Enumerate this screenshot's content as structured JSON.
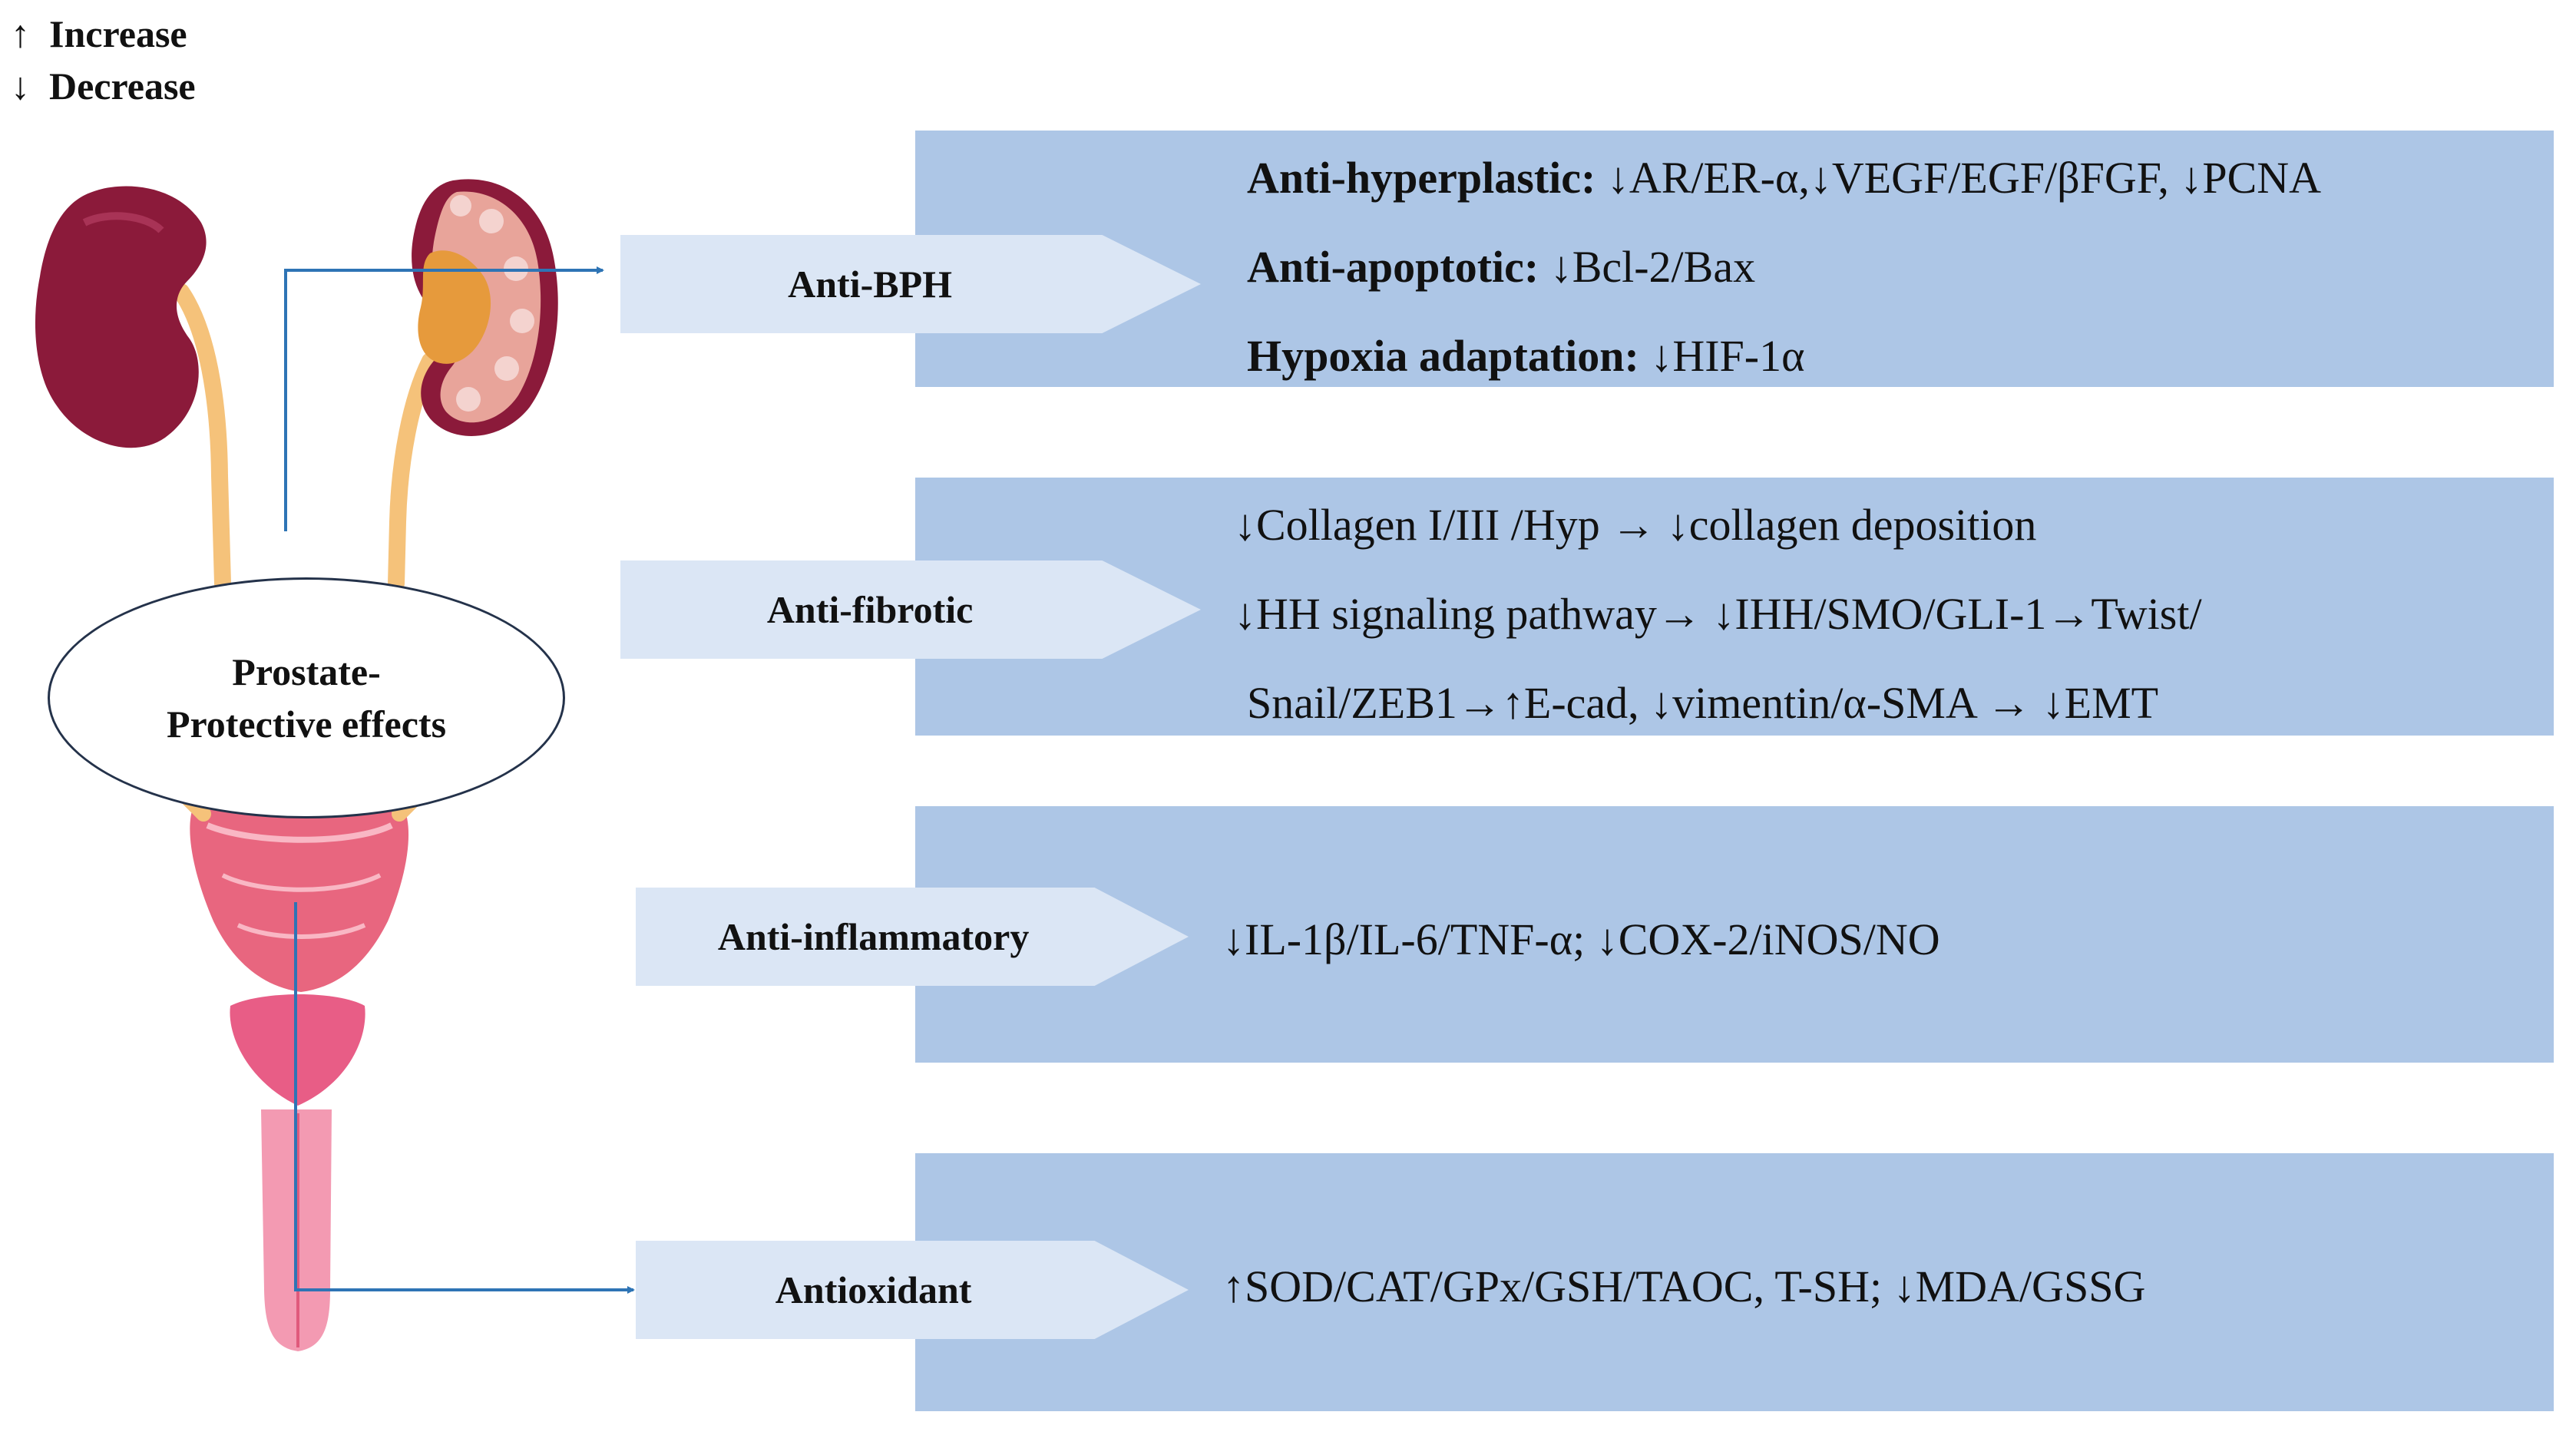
{
  "legend": {
    "increase_symbol": "↑",
    "increase_label": "Increase",
    "decrease_symbol": "↓",
    "decrease_label": "Decrease"
  },
  "center": {
    "line1": "Prostate-",
    "line2": "Protective effects"
  },
  "effects": [
    {
      "label": "Anti-BPH",
      "lines": [
        {
          "bold": "Anti-hyperplastic:",
          "text": " ↓AR/ER-α,↓VEGF/EGF/βFGF, ↓PCNA"
        },
        {
          "bold": "Anti-apoptotic:",
          "text": " ↓Bcl-2/Bax"
        },
        {
          "bold": "Hypoxia adaptation:",
          "text": " ↓HIF-1α"
        }
      ]
    },
    {
      "label": "Anti-fibrotic",
      "lines": [
        {
          "bold": "",
          "text": "↓Collagen I/III /Hyp → ↓collagen deposition"
        },
        {
          "bold": "",
          "text": "↓HH  signaling pathway→ ↓IHH/SMO/GLI-1→Twist/"
        },
        {
          "bold": "",
          "text": "Snail/ZEB1→↑E-cad,  ↓vimentin/α-SMA → ↓EMT"
        }
      ]
    },
    {
      "label": "Anti-inflammatory",
      "lines": [
        {
          "bold": "",
          "text": "↓IL-1β/IL-6/TNF-α; ↓COX-2/iNOS/NO"
        }
      ]
    },
    {
      "label": "Antioxidant",
      "lines": [
        {
          "bold": "",
          "text": "↑SOD/CAT/GPx/GSH/TAOC, T-SH; ↓MDA/GSSG"
        }
      ]
    }
  ],
  "colors": {
    "panel": "#adc6e6",
    "arrow_box": "#dbe6f5",
    "connector": "#2e74b5",
    "kidney_dark": "#8b1a3a",
    "kidney_section": "#e8a49a",
    "renal_pelvis": "#e69a3c",
    "ureter": "#f5c27a",
    "bladder": "#e8667f",
    "prostate": "#e85d86",
    "urethra": "#f39ab2"
  }
}
